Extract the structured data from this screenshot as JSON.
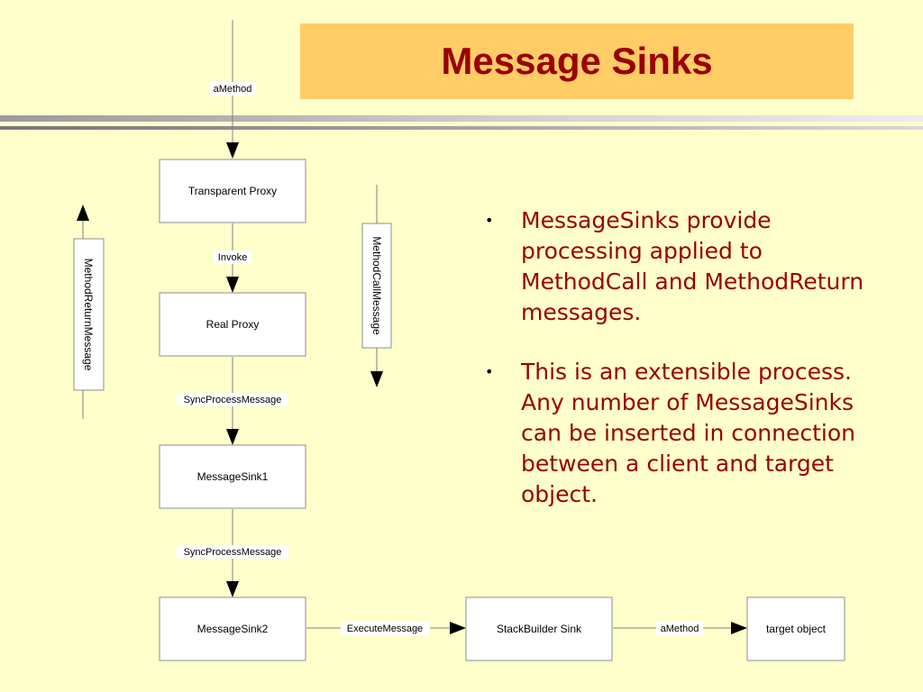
{
  "title": "Message Sinks",
  "diagram": {
    "nodes": {
      "transparent_proxy": "Transparent Proxy",
      "real_proxy": "Real Proxy",
      "message_sink_1": "MessageSink1",
      "message_sink_2": "MessageSink2",
      "stackbuilder_sink": "StackBuilder Sink",
      "target_object": "target object",
      "method_return_message": "MethodReturnMessage",
      "method_call_message": "MethodCallMessage"
    },
    "edges": {
      "a_method_in": "aMethod",
      "invoke": "Invoke",
      "sync_process_message_1": "SyncProcessMessage",
      "sync_process_message_2": "SyncProcessMessage",
      "execute_message": "ExecuteMessage",
      "a_method_out": "aMethod"
    }
  },
  "bullets": [
    "MessageSinks provide processing applied to MethodCall and MethodReturn messages.",
    "This is an extensible process. Any number of MessageSinks can be inserted in connection between a client and target object."
  ],
  "bullet_glyph": "•",
  "colors": {
    "background": "#ffffcc",
    "title_box": "#ffcc66",
    "title_text": "#990000",
    "bullet_text": "#990000"
  }
}
